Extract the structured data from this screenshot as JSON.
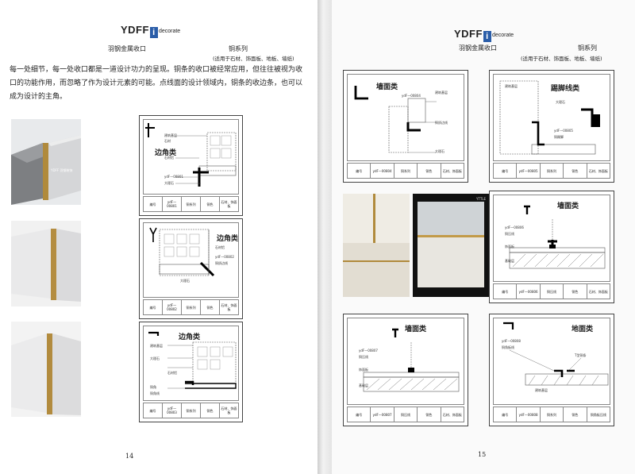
{
  "brand": {
    "logo_main": "YDFF",
    "logo_i": "i",
    "logo_sub": "decorate"
  },
  "left": {
    "header_title": "羽钢金属收口",
    "series": "铜系列",
    "subtitle": "(适用于石材、饰面板、地板、墙纸)",
    "intro": "每一处细节，每一处收口都是一道设计功力的呈现。铜条的收口被经常应用，但往往被视为收口的功能作用，而忽略了作为设计元素的可能。点线面的设计领域内，铜条的收边条，也可以成为设计的主角。",
    "photo_watermark": "YDFF 羽钢装饰",
    "page_number": "14",
    "cards": [
      {
        "category": "边角类",
        "labels": [
          "建筑基层",
          "石材",
          "石材铝",
          "ydF—00801",
          "大理石"
        ],
        "footer": [
          "编号",
          "ydF—00801",
          "铜系列",
          "铜色",
          "石材、饰面板"
        ]
      },
      {
        "category": "边角类",
        "labels": [
          "石材铝",
          "ydF—00802",
          "铜质边线",
          "大理石"
        ],
        "footer": [
          "编号",
          "ydF—00802",
          "铜系列",
          "铜色",
          "石材、饰面板"
        ]
      },
      {
        "category": "边角类",
        "labels": [
          "建筑基层",
          "大理石",
          "石材铝",
          "铜角",
          "铜角线"
        ],
        "footer": [
          "编号",
          "ydF—00803",
          "铜系列",
          "铜色",
          "石材、饰面板"
        ]
      }
    ]
  },
  "right": {
    "header_title": "羽钢金属收口",
    "series": "铜系列",
    "subtitle": "(适用于石材、饰面板、地板、墙纸)",
    "page_number": "15",
    "photo_badge": "YTTLE",
    "cards": [
      {
        "category": "墙面类",
        "labels": [
          "建筑基层",
          "ydF—00804",
          "铜质边线",
          "大理石"
        ],
        "footer": [
          "编号",
          "ydF—00804",
          "铜系列",
          "铜色",
          "石材、饰面板"
        ]
      },
      {
        "category": "踢脚线类",
        "labels": [
          "建筑基层",
          "大理石",
          "ydF—00805",
          "铜踢脚"
        ],
        "footer": [
          "编号",
          "ydF—00805",
          "铜系列",
          "铜色",
          "石材、饰面板"
        ]
      },
      {
        "category": "墙面类",
        "labels": [
          "ydF—00806",
          "铜压线",
          "饰面板",
          "基础层"
        ],
        "footer": [
          "编号",
          "ydF—00806",
          "铜压线",
          "铜色",
          "石材、饰面板"
        ]
      },
      {
        "category": "墙面类",
        "labels": [
          "ydF—00807",
          "铜压线",
          "饰面板",
          "基础层"
        ],
        "footer": [
          "编号",
          "ydF—00807",
          "铜压线",
          "铜色",
          "石材、饰面板"
        ]
      },
      {
        "category": "地面类",
        "labels": [
          "ydF—00808",
          "铜角板线",
          "T型铜条",
          "建筑基层"
        ],
        "footer": [
          "编号",
          "ydF—00808",
          "铜系列",
          "铜色",
          "铜角板压线"
        ]
      }
    ]
  }
}
